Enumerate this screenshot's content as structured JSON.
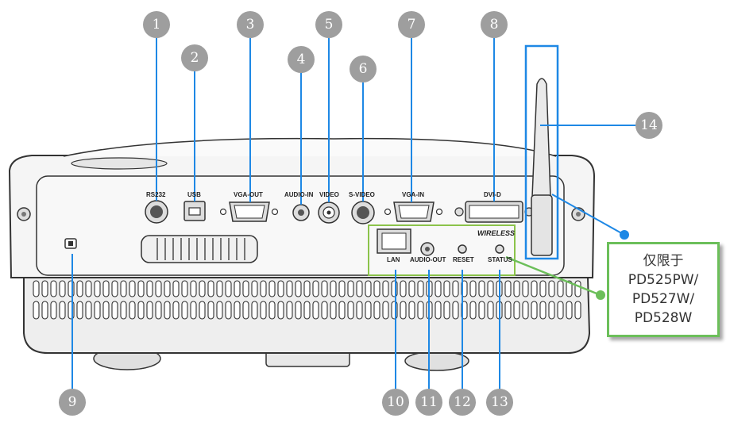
{
  "callouts": [
    {
      "num": "1"
    },
    {
      "num": "2"
    },
    {
      "num": "3"
    },
    {
      "num": "4"
    },
    {
      "num": "5"
    },
    {
      "num": "6"
    },
    {
      "num": "7"
    },
    {
      "num": "8"
    },
    {
      "num": "9"
    },
    {
      "num": "10"
    },
    {
      "num": "11"
    },
    {
      "num": "12"
    },
    {
      "num": "13"
    },
    {
      "num": "14"
    }
  ],
  "port_labels": {
    "rs232": "RS232",
    "usb": "USB",
    "vga_out": "VGA-OUT",
    "audio_in": "AUDIO-IN",
    "video": "VIDEO",
    "s_video": "S-VIDEO",
    "vga_in": "VGA-IN",
    "dvi_d": "DVI-D",
    "lan": "LAN",
    "audio_out": "AUDIO-OUT",
    "reset": "RESET",
    "status": "STATUS"
  },
  "wireless_title": "WIRELESS",
  "note": {
    "line1": "仅限于",
    "line2": "PD525PW/",
    "line3": "PD527W/",
    "line4": "PD528W"
  },
  "colors": {
    "callout": "#9e9e9e",
    "accent_blue": "#1e88e5",
    "accent_green": "#6cbf5a",
    "body": "#f2f2f2",
    "outline": "#333333"
  }
}
